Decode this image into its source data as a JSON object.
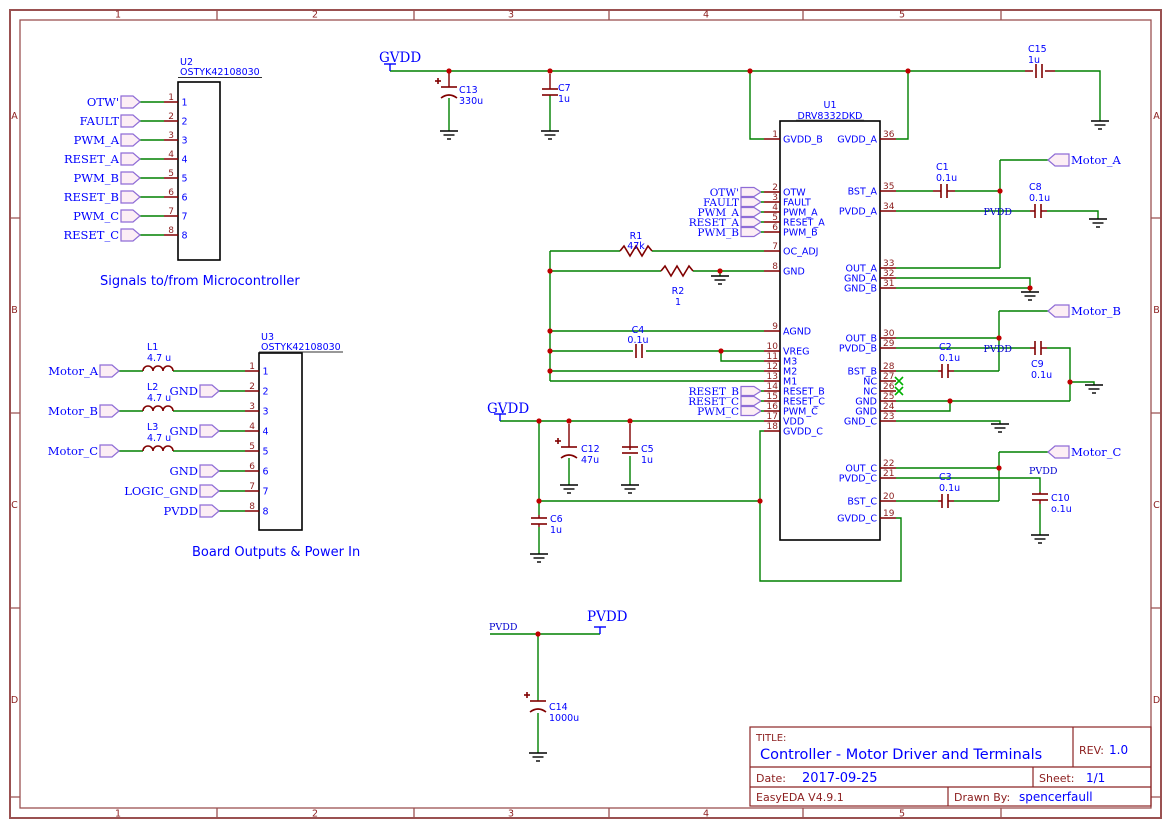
{
  "frame": {
    "columns": [
      "1",
      "2",
      "3",
      "4",
      "5"
    ],
    "rows": [
      "A",
      "B",
      "C",
      "D"
    ]
  },
  "title_block": {
    "title_label": "TITLE:",
    "title": "Controller - Motor Driver and Terminals",
    "rev_label": "REV:",
    "rev": "1.0",
    "date_label": "Date:",
    "date": "2017-09-25",
    "sheet_label": "Sheet:",
    "sheet": "1/1",
    "tool": "EasyEDA V4.9.1",
    "drawn_by_label": "Drawn By:",
    "drawn_by": "spencerfaull"
  },
  "captions": {
    "u2": "Signals to/from Microcontroller",
    "u3": "Board Outputs & Power In"
  },
  "u2": {
    "ref": "U2",
    "part": "OSTYK42108030",
    "pins": [
      {
        "num": "1",
        "label": "OTW'"
      },
      {
        "num": "2",
        "label": "FAULT"
      },
      {
        "num": "3",
        "label": "PWM_A"
      },
      {
        "num": "4",
        "label": "RESET_A"
      },
      {
        "num": "5",
        "label": "PWM_B"
      },
      {
        "num": "6",
        "label": "RESET_B"
      },
      {
        "num": "7",
        "label": "PWM_C"
      },
      {
        "num": "8",
        "label": "RESET_C"
      }
    ]
  },
  "u3": {
    "ref": "U3",
    "part": "OSTYK42108030",
    "pins": [
      {
        "num": "1",
        "label": "Motor_A",
        "ind_ref": "L1",
        "ind_val": "4.7 u"
      },
      {
        "num": "2",
        "label": "GND"
      },
      {
        "num": "3",
        "label": "Motor_B",
        "ind_ref": "L2",
        "ind_val": "4.7 u"
      },
      {
        "num": "4",
        "label": "GND"
      },
      {
        "num": "5",
        "label": "Motor_C",
        "ind_ref": "L3",
        "ind_val": "4.7 u"
      },
      {
        "num": "6",
        "label": "GND"
      },
      {
        "num": "7",
        "label": "LOGIC_GND"
      },
      {
        "num": "8",
        "label": "PVDD"
      }
    ]
  },
  "u1": {
    "ref": "U1",
    "part": "DRV8332DKD",
    "left_pins": [
      {
        "num": "1",
        "name": "GVDD_B"
      },
      {
        "num": "2",
        "name": "OTW"
      },
      {
        "num": "3",
        "name": "FAULT"
      },
      {
        "num": "4",
        "name": "PWM_A"
      },
      {
        "num": "5",
        "name": "RESET_A"
      },
      {
        "num": "6",
        "name": "PWM_B"
      },
      {
        "num": "7",
        "name": "OC_ADJ"
      },
      {
        "num": "8",
        "name": "GND"
      },
      {
        "num": "9",
        "name": "AGND"
      },
      {
        "num": "10",
        "name": "VREG"
      },
      {
        "num": "11",
        "name": "M3"
      },
      {
        "num": "12",
        "name": "M2"
      },
      {
        "num": "13",
        "name": "M1"
      },
      {
        "num": "14",
        "name": "RESET_B"
      },
      {
        "num": "15",
        "name": "RESET_C"
      },
      {
        "num": "16",
        "name": "PWM_C"
      },
      {
        "num": "17",
        "name": "VDD"
      },
      {
        "num": "18",
        "name": "GVDD_C"
      }
    ],
    "right_pins": [
      {
        "num": "36",
        "name": "GVDD_A"
      },
      {
        "num": "35",
        "name": "BST_A"
      },
      {
        "num": "34",
        "name": "PVDD_A"
      },
      {
        "num": "33",
        "name": "OUT_A"
      },
      {
        "num": "32",
        "name": "GND_A"
      },
      {
        "num": "31",
        "name": "GND_B"
      },
      {
        "num": "30",
        "name": "OUT_B"
      },
      {
        "num": "29",
        "name": "PVDD_B"
      },
      {
        "num": "28",
        "name": "BST_B"
      },
      {
        "num": "27",
        "name": "NC"
      },
      {
        "num": "26",
        "name": "NC"
      },
      {
        "num": "25",
        "name": "GND"
      },
      {
        "num": "24",
        "name": "GND"
      },
      {
        "num": "23",
        "name": "GND_C"
      },
      {
        "num": "22",
        "name": "OUT_C"
      },
      {
        "num": "21",
        "name": "PVDD_C"
      },
      {
        "num": "20",
        "name": "BST_C"
      },
      {
        "num": "19",
        "name": "GVDD_C"
      }
    ],
    "flags_top": [
      "OTW'",
      "FAULT",
      "PWM_A",
      "RESET_A",
      "PWM_B"
    ],
    "flags_bottom": [
      "RESET_B",
      "RESET_C",
      "PWM_C"
    ]
  },
  "caps": {
    "c1": {
      "ref": "C1",
      "val": "0.1u"
    },
    "c2": {
      "ref": "C2",
      "val": "0.1u"
    },
    "c3": {
      "ref": "C3",
      "val": "0.1u"
    },
    "c4": {
      "ref": "C4",
      "val": "0.1u"
    },
    "c5": {
      "ref": "C5",
      "val": "1u"
    },
    "c6": {
      "ref": "C6",
      "val": "1u"
    },
    "c7": {
      "ref": "C7",
      "val": "1u"
    },
    "c8": {
      "ref": "C8",
      "val": "0.1u"
    },
    "c9": {
      "ref": "C9",
      "val": "0.1u"
    },
    "c10": {
      "ref": "C10",
      "val": "o.1u"
    },
    "c12": {
      "ref": "C12",
      "val": "47u"
    },
    "c13": {
      "ref": "C13",
      "val": "330u"
    },
    "c14": {
      "ref": "C14",
      "val": "1000u"
    },
    "c15": {
      "ref": "C15",
      "val": "1u"
    }
  },
  "res": {
    "r1": {
      "ref": "R1",
      "val": "47k"
    },
    "r2": {
      "ref": "R2",
      "val": "1"
    }
  },
  "nets": {
    "gvdd": "GVDD",
    "pvdd": "PVDD"
  },
  "motor_flags": [
    "Motor_A",
    "Motor_B",
    "Motor_C"
  ],
  "colors": {
    "wire": "#008000",
    "component": "#800000",
    "label": "#0000ff",
    "frame": "#9a5151",
    "junction": "#c00000",
    "nc_mark": "#00b000",
    "flag_fill": "#fceef5",
    "flag_stroke": "#8f6cd6"
  }
}
